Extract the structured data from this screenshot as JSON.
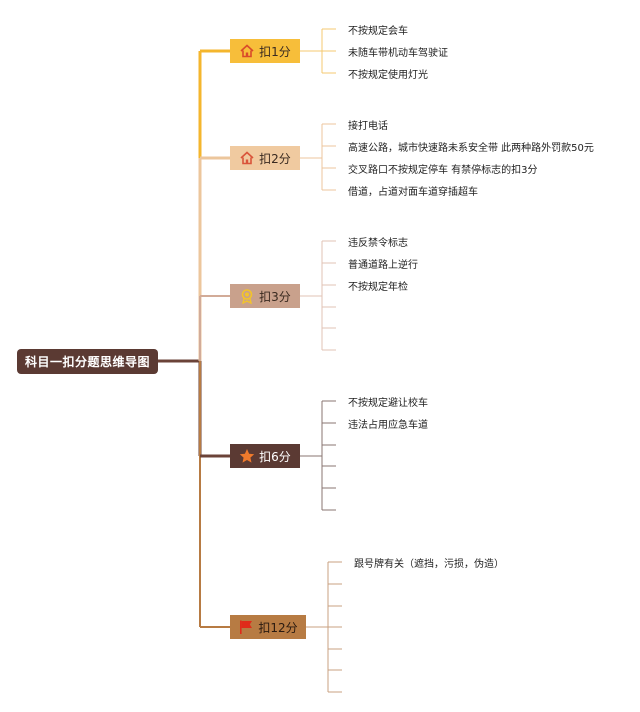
{
  "root": {
    "label": "科目一扣分题思维导图"
  },
  "branches": [
    {
      "label": "扣1分",
      "icon": "house-icon",
      "color": "#f4b62d",
      "items": [
        "不按规定会车",
        "未随车带机动车驾驶证",
        "不按规定使用灯光"
      ]
    },
    {
      "label": "扣2分",
      "icon": "house-icon",
      "color": "#ecc69c",
      "items": [
        "接打电话",
        "高速公路，城市快速路未系安全带 此两种路外罚款50元",
        "交叉路口不按规定停车 有禁停标志的扣3分",
        "借道，占道对面车道穿插超车"
      ]
    },
    {
      "label": "扣3分",
      "icon": "medal-icon",
      "color": "#c9a18c",
      "items": [
        "违反禁令标志",
        "普通道路上逆行",
        "不按规定年检",
        "",
        "",
        ""
      ]
    },
    {
      "label": "扣6分",
      "icon": "star-icon",
      "color": "#5b3a33",
      "items": [
        "不按规定避让校车",
        "违法占用应急车道",
        "",
        "",
        "",
        ""
      ]
    },
    {
      "label": "扣12分",
      "icon": "flag-icon",
      "color": "#b77b43",
      "items": [
        "跟号牌有关（遮挡，污损，伪造）",
        "",
        "",
        "",
        "",
        "",
        ""
      ]
    }
  ]
}
